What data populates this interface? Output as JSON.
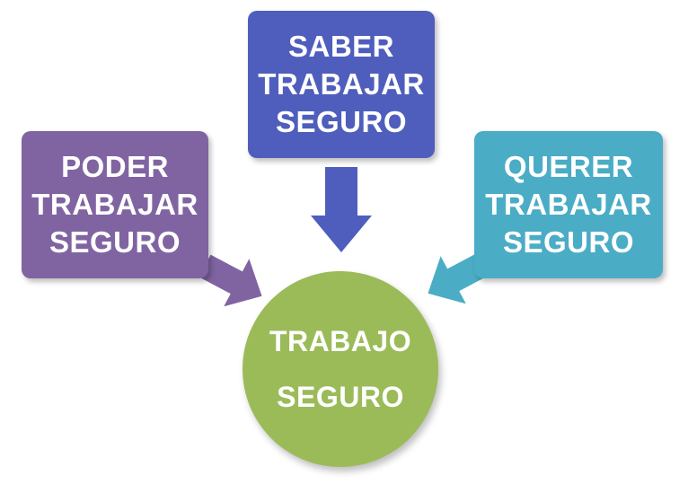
{
  "colors": {
    "poder": "#8064a2",
    "saber": "#4f5ebd",
    "querer": "#4bacc6",
    "center": "#9bbb59",
    "background": "#ffffff"
  },
  "boxes": {
    "poder": {
      "lines": [
        "PODER",
        "TRABAJAR",
        "SEGURO"
      ]
    },
    "saber": {
      "lines": [
        "SABER",
        "TRABAJAR",
        "SEGURO"
      ]
    },
    "querer": {
      "lines": [
        "QUERER",
        "TRABAJAR",
        "SEGURO"
      ]
    }
  },
  "center": {
    "lines": [
      "TRABAJO",
      "SEGURO"
    ]
  },
  "arrows": [
    {
      "from": "poder",
      "to": "center",
      "color": "#8064a2"
    },
    {
      "from": "saber",
      "to": "center",
      "color": "#4f5ebd"
    },
    {
      "from": "querer",
      "to": "center",
      "color": "#4bacc6"
    }
  ]
}
